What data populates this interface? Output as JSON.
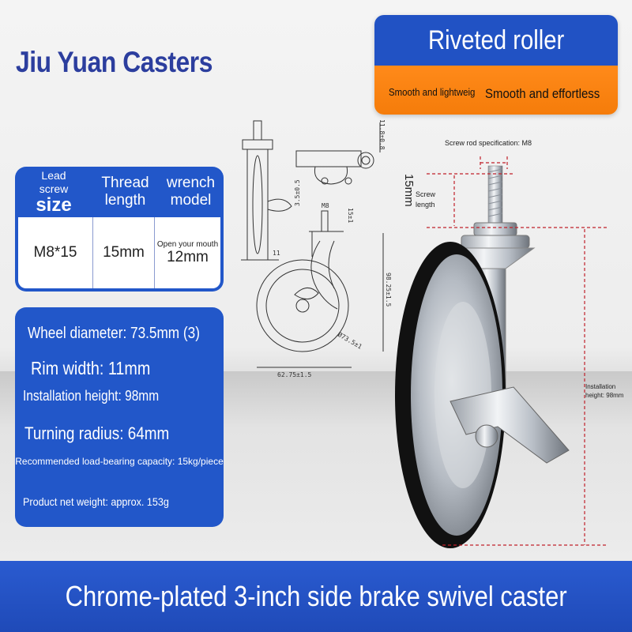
{
  "brand": "Jiu Yuan Casters",
  "feature": {
    "title": "Riveted roller",
    "sub1": "Smooth and lightweig",
    "sub2": "Smooth and effortless"
  },
  "spec": {
    "headers": {
      "lead_small": "Lead",
      "screw_small": "screw",
      "size": "size",
      "thread": "Thread length",
      "wrench": "wrench model"
    },
    "row": {
      "size": "M8*15",
      "thread": "15mm",
      "wrench_note": "Open your mouth",
      "wrench": "12mm"
    }
  },
  "params": {
    "wheel_diameter": "Wheel diameter: 73.5mm (3)",
    "rim_width": "Rim width: 11mm",
    "install_height": "Installation height: 98mm",
    "turning_radius": "Turning radius: 64mm",
    "load": "Recommended load-bearing capacity: 15kg/piece",
    "net_weight": "Product net weight: approx. 153g"
  },
  "annotations": {
    "screw_spec": "Screw rod specification: M8",
    "length_15": "15mm",
    "screw_length": "Screw length",
    "install_height": "Installation height: 98mm"
  },
  "drawing_labels": {
    "d1": "11.8±0.8",
    "d2": "3.5±0.5",
    "d3": "M8",
    "d4": "15±1",
    "d5": "11",
    "d6": "98.25±1.5",
    "d7": "Ø73.5±1",
    "d8": "62.75±1.5"
  },
  "bottom_title": "Chrome-plated 3-inch side brake swivel caster",
  "colors": {
    "blue": "#2257c9",
    "orange": "#f57c0a",
    "brand": "#2c3e9e",
    "guide_red": "#c0202a"
  }
}
